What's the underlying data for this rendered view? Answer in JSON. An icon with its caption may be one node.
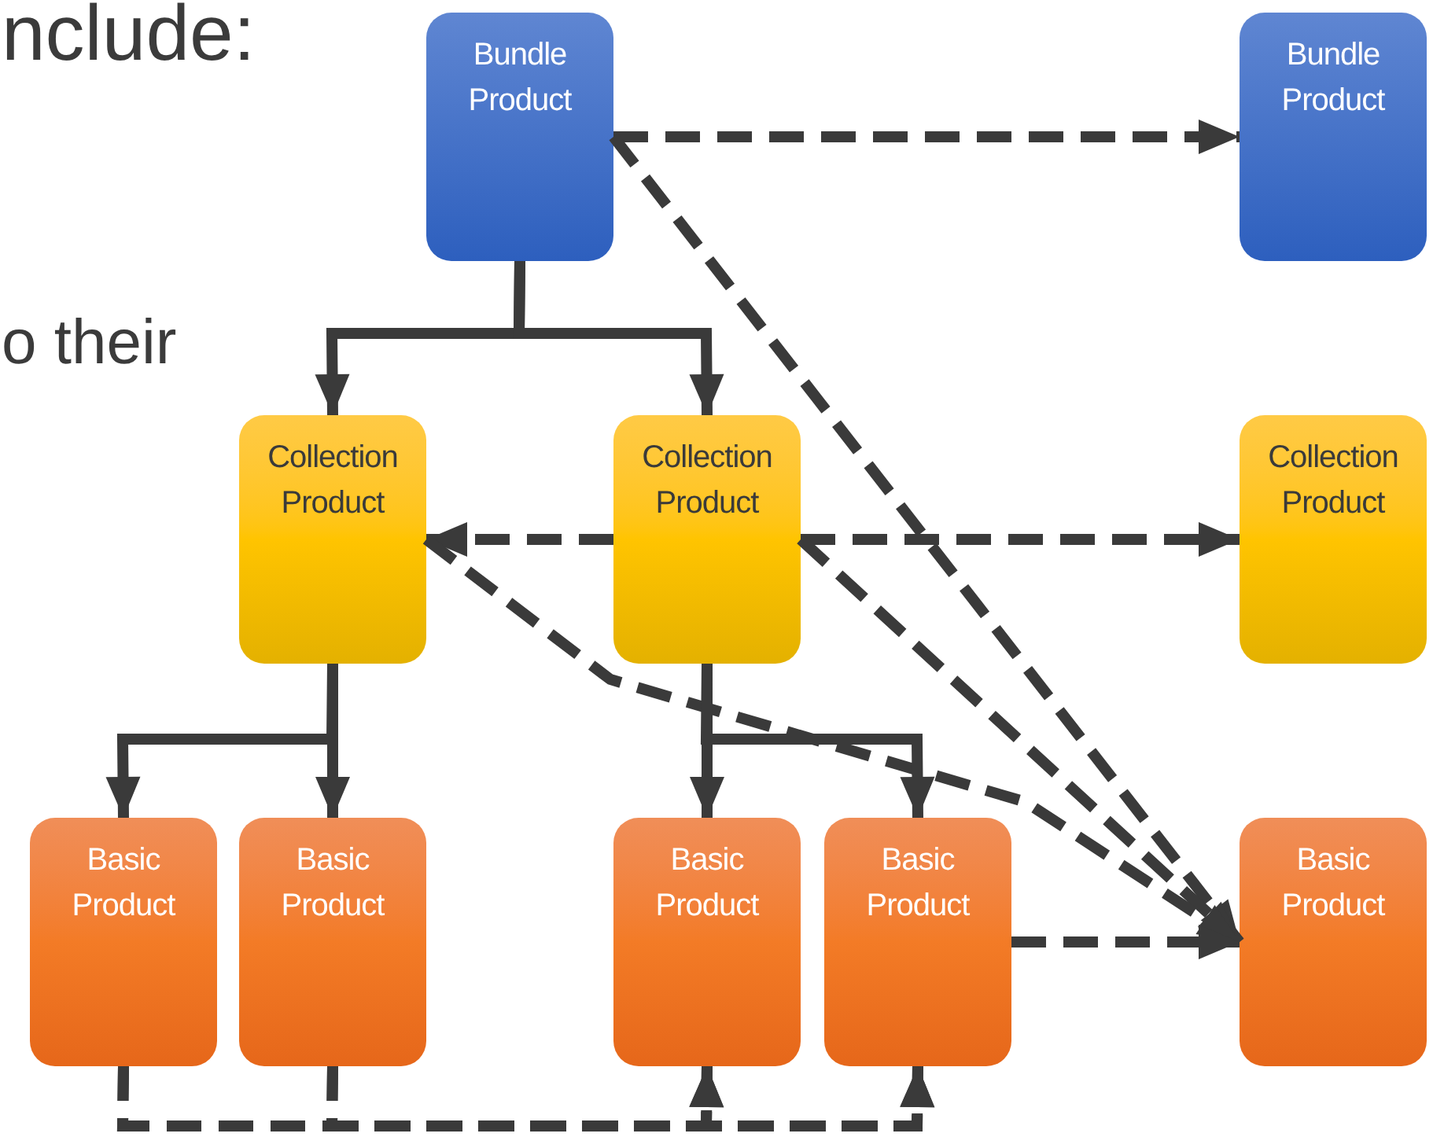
{
  "diagram": {
    "nodes": [
      {
        "text": [
          "Bundle Product"
        ]
      },
      {
        "text": [
          "Bundle Product"
        ]
      },
      {
        "text": [
          "Collection Product"
        ]
      },
      {
        "text": [
          "Collection Product"
        ]
      },
      {
        "text": [
          "Collection Product"
        ]
      },
      {
        "text": [
          "Basic Product"
        ]
      },
      {
        "text": [
          "Basic Product"
        ]
      },
      {
        "text": [
          "Basic Product"
        ]
      },
      {
        "text": [
          "Basic Product"
        ]
      },
      {
        "text": [
          "Basic Product"
        ]
      }
    ],
    "edges": [
      {
        "from": 0,
        "to": 2,
        "arrow": "to"
      },
      {
        "from": 0,
        "to": 3,
        "arrow": "to"
      },
      {
        "from": 0,
        "to": 1,
        "arrow": "to",
        "style": "dashed"
      },
      {
        "from": 0,
        "to": 9,
        "arrow": "to",
        "style": "dashed"
      },
      {
        "from": 3,
        "to": 2,
        "arrow": "to",
        "style": "dashed"
      },
      {
        "from": 3,
        "to": 4,
        "arrow": "to",
        "style": "dashed"
      },
      {
        "from": 3,
        "to": 9,
        "arrow": "to",
        "style": "dashed"
      },
      {
        "from": 2,
        "to": 9,
        "arrow": "to",
        "style": "dashed"
      },
      {
        "from": 2,
        "to": 5,
        "arrow": "to"
      },
      {
        "from": 2,
        "to": 6,
        "arrow": "to"
      },
      {
        "from": 3,
        "to": 7,
        "arrow": "to"
      },
      {
        "from": 3,
        "to": 8,
        "arrow": "to"
      },
      {
        "from": 8,
        "to": 9,
        "arrow": "to",
        "style": "dashed"
      },
      {
        "from": 5,
        "to": 7,
        "arrow": "to",
        "style": "dashed"
      },
      {
        "from": 5,
        "to": 8,
        "arrow": "to",
        "style": "dashed"
      },
      {
        "from": 6,
        "to": 7,
        "arrow": "to",
        "style": "dashed"
      },
      {
        "from": 6,
        "to": 8,
        "arrow": "to",
        "style": "dashed"
      }
    ],
    "labels": [
      "nclude:",
      "o their"
    ]
  }
}
